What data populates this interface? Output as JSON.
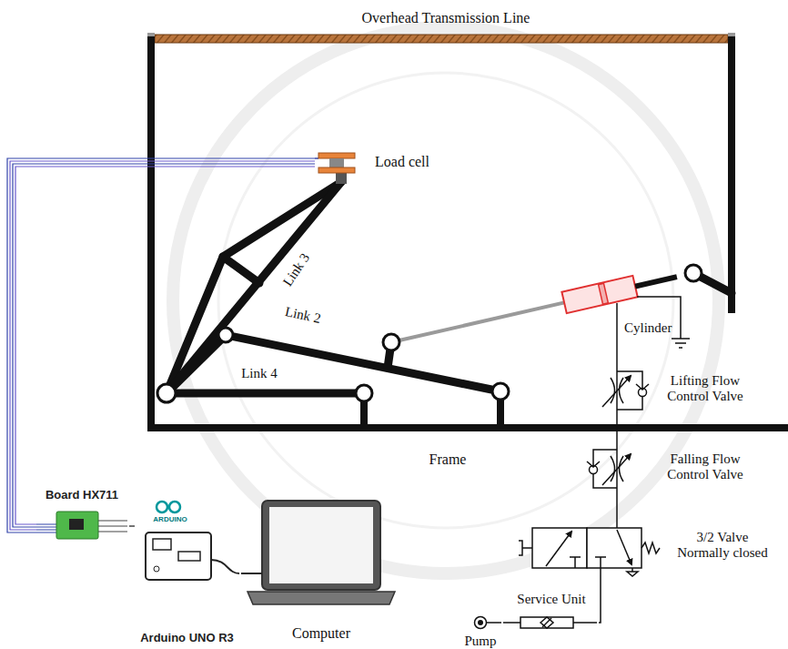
{
  "diagram": {
    "nodes": [
      {
        "text": [
          "Load cell"
        ]
      },
      {
        "text": [
          "Board HX711"
        ]
      },
      {
        "text": [
          "ARDUINO",
          "Arduino UNO R3"
        ]
      },
      {
        "text": [
          "Computer"
        ]
      },
      {
        "text": [
          "Cylinder"
        ]
      },
      {
        "text": [
          "Lifting Flow Control Valve"
        ]
      },
      {
        "text": [
          "Falling Flow Control Valve"
        ]
      },
      {
        "text": [
          "3/2 Valve Normally closed"
        ]
      },
      {
        "text": [
          "Service Unit"
        ]
      },
      {
        "text": [
          "Pump"
        ]
      }
    ],
    "edges": [
      {
        "from": 0,
        "to": 1,
        "arrow": "none"
      },
      {
        "from": 1,
        "to": 2,
        "arrow": "none"
      },
      {
        "from": 2,
        "to": 3,
        "arrow": "none"
      },
      {
        "from": 4,
        "to": 5,
        "arrow": "none"
      },
      {
        "from": 5,
        "to": 6,
        "arrow": "none"
      },
      {
        "from": 6,
        "to": 7,
        "arrow": "none"
      },
      {
        "from": 7,
        "to": 8,
        "arrow": "none"
      },
      {
        "from": 8,
        "to": 9,
        "arrow": "none"
      }
    ],
    "labels": [
      "Overhead Transmission Line",
      "Link 3",
      "Link 2",
      "Link 4",
      "Frame"
    ]
  }
}
